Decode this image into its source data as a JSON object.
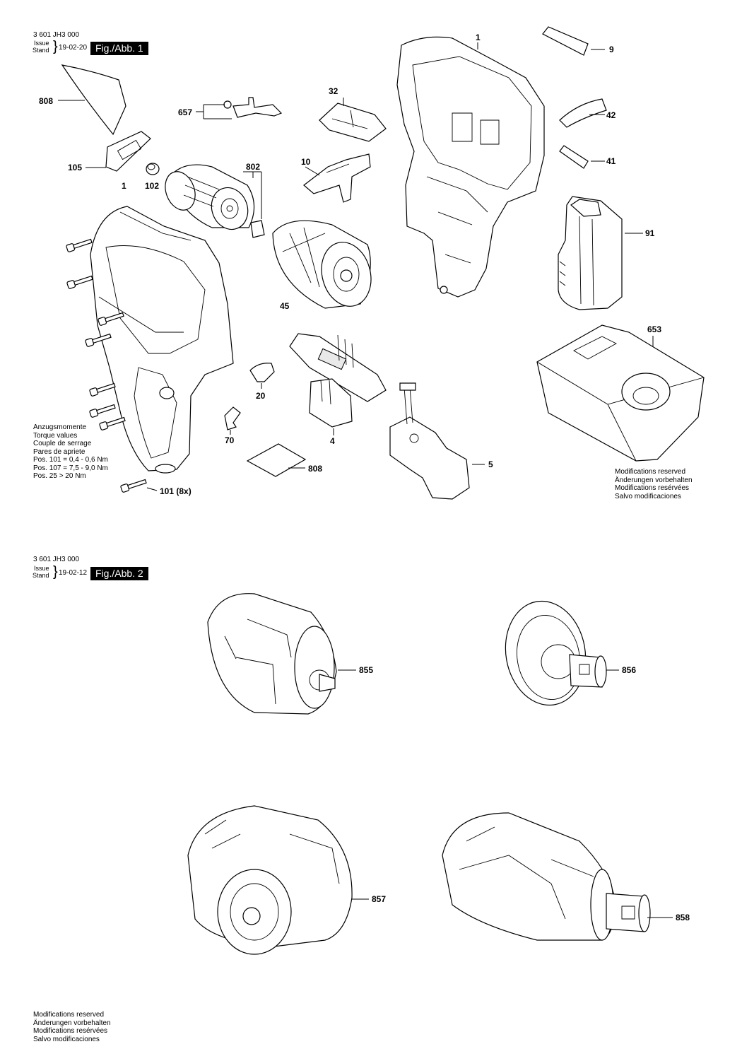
{
  "fig1": {
    "doc_no": "3 601 JH3 000",
    "issue_label": "Issue",
    "stand_label": "Stand",
    "date": "19-02-20",
    "title": "Fig./Abb. 1",
    "torque": [
      "Anzugsmomente",
      "Torque values",
      "Couple de serrage",
      "Pares de apriete"
    ],
    "torque_specs": [
      "Pos. 101  = 0,4 - 0,6 Nm",
      "Pos. 107  = 7,5 - 9,0 Nm",
      "Pos. 25    > 20 Nm"
    ],
    "modifications": [
      "Modifications reserved",
      "Änderungen vorbehalten",
      "Modifications resérvées",
      "Salvo modificaciones"
    ],
    "labels": {
      "p1_top": "1",
      "p9": "9",
      "p808_top": "808",
      "p32": "32",
      "p657": "657",
      "p42": "42",
      "p105": "105",
      "p41": "41",
      "p802": "802",
      "p10": "10",
      "p1_left": "1",
      "p102": "102",
      "p91": "91",
      "p45": "45",
      "p653": "653",
      "p20": "20",
      "p70": "70",
      "p4": "4",
      "p808_bottom": "808",
      "p5": "5",
      "p101": "101 (8x)"
    }
  },
  "fig2": {
    "doc_no": "3 601 JH3 000",
    "issue_label": "Issue",
    "stand_label": "Stand",
    "date": "19-02-12",
    "title": "Fig./Abb. 2",
    "labels": {
      "p855": "855",
      "p856": "856",
      "p857": "857",
      "p858": "858"
    },
    "modifications": [
      "Modifications reserved",
      "Änderungen vorbehalten",
      "Modifications resérvées",
      "Salvo modificaciones"
    ]
  },
  "icons": [
    "screw-icon",
    "housing-icon",
    "battery-icon",
    "charger-icon",
    "motor-icon",
    "gearbox-icon",
    "switch-icon",
    "chuck-icon"
  ]
}
